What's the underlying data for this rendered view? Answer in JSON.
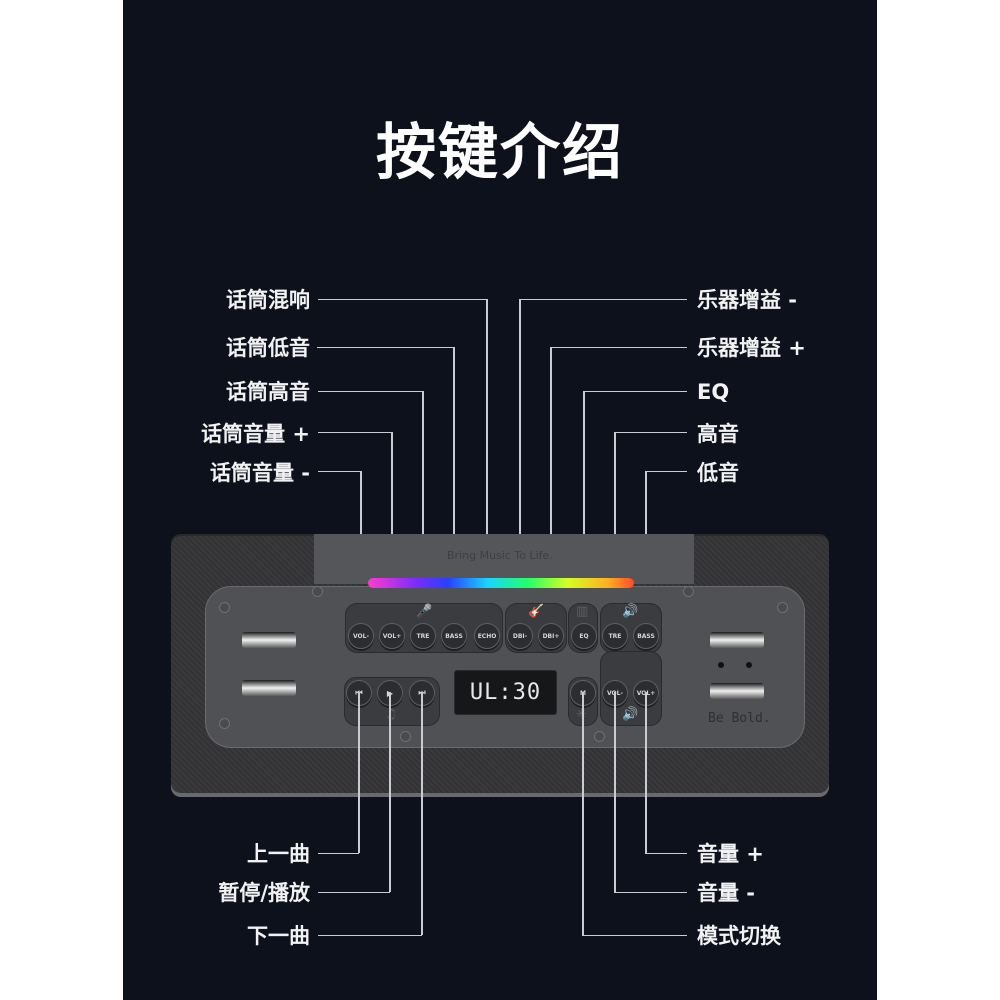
{
  "title": "按键介绍",
  "left_labels": [
    {
      "text": "话筒混响",
      "button": "ECHO"
    },
    {
      "text": "话筒低音",
      "button": "BASS"
    },
    {
      "text": "话筒高音",
      "button": "TRE"
    },
    {
      "text": "话筒音量 +",
      "button": "VOL+"
    },
    {
      "text": "话筒音量 -",
      "button": "VOL-"
    }
  ],
  "right_labels": [
    {
      "text": "乐器增益 -",
      "button": "DBI-"
    },
    {
      "text": "乐器增益 +",
      "button": "DBI+"
    },
    {
      "text": "EQ",
      "button": "EQ"
    },
    {
      "text": "高音",
      "button": "TRE"
    },
    {
      "text": "低音",
      "button": "BASS"
    }
  ],
  "bottom_left_labels": [
    {
      "text": "上一曲",
      "button": "prev"
    },
    {
      "text": "暂停/播放",
      "button": "play-pause"
    },
    {
      "text": "下一曲",
      "button": "next"
    }
  ],
  "bottom_right_labels": [
    {
      "text": "音量 +",
      "button": "VOL+"
    },
    {
      "text": "音量 -",
      "button": "VOL-"
    },
    {
      "text": "模式切换",
      "button": "M"
    }
  ],
  "device": {
    "slogan": "Bring Music To Life.",
    "brand": "Be Bold.",
    "display": "UL:30",
    "mic_buttons": [
      "VOL-",
      "VOL+",
      "TRE",
      "BASS",
      "ECHO"
    ],
    "instrument_buttons": [
      "DBI-",
      "DBI+"
    ],
    "eq_button": "EQ",
    "speaker_buttons": [
      "TRE",
      "BASS"
    ],
    "transport_buttons": [
      "⏮",
      "▶",
      "⏭"
    ],
    "mode_button": "M",
    "volume_buttons": [
      "VOL-",
      "VOL+"
    ]
  },
  "colors": {
    "background": "#0c111c",
    "text": "#f2f2f2",
    "leader_line": "#c9ccd2",
    "speaker_face": "#505154"
  }
}
